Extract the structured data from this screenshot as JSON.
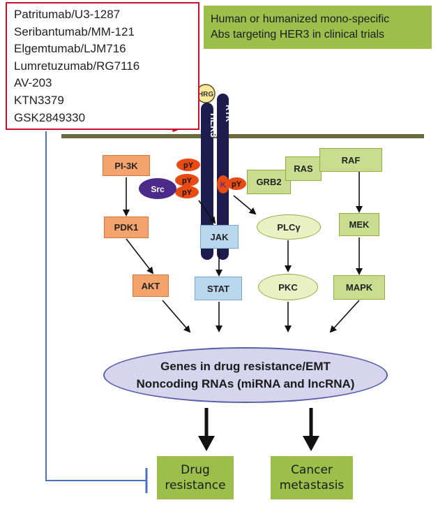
{
  "antibodies": [
    "Patritumab/U3-1287",
    "Seribantumab/MM-121",
    "Elgemtumab/LJM716",
    "Lumretuzumab/RG7116",
    "AV-203",
    "KTN3379",
    "GSK2849330"
  ],
  "title": [
    "Human or humanized mono-specific",
    "Abs targeting HER3 in clinical trials"
  ],
  "receptors": {
    "ligand": "HRG",
    "her3": "HER3",
    "rtk": "RTK",
    "kinase": "K"
  },
  "phospho": {
    "p1": "pY",
    "p2": "pY",
    "p3": "pY",
    "p4": "pY"
  },
  "src": "Src",
  "pathway": {
    "pi3k": "PI-3K",
    "pdk1": "PDK1",
    "akt": "AKT",
    "jak": "JAK",
    "stat": "STAT",
    "plc": "PLCγ",
    "pkc": "PKC",
    "grb2": "GRB2",
    "ras": "RAS",
    "raf": "RAF",
    "mek": "MEK",
    "mapk": "MAPK"
  },
  "genes": [
    "Genes in drug resistance/EMT",
    "Noncoding RNAs (miRNA and lncRNA)"
  ],
  "outcomes": {
    "drug": [
      "Drug",
      "resistance"
    ],
    "cancer": [
      "Cancer",
      "metastasis"
    ]
  },
  "colors": {
    "red": "#c8102e",
    "green": "#9bbf4a",
    "navy": "#1e1b4e",
    "orange_red": "#e84a14",
    "blue_line": "#4a72c4"
  }
}
